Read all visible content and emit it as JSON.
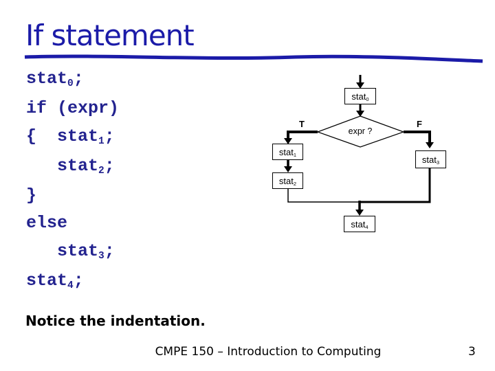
{
  "title": "If statement",
  "code": {
    "lines": [
      "stat_0_;",
      "if (expr)",
      "{  stat_1_;",
      "   stat_2_;",
      "}",
      "else",
      "   stat_3_;",
      "stat_4_;"
    ]
  },
  "flowchart": {
    "nodes": {
      "stat0": "stat_0_",
      "stat1": "stat_1_",
      "stat2": "stat_2_",
      "stat3": "stat_3_",
      "stat4": "stat_4_",
      "decision": "expr ?"
    },
    "branch_true": "T",
    "branch_false": "F"
  },
  "note": "Notice the indentation.",
  "footer": {
    "course": "CMPE 150 – Introduction to Computing",
    "page": "3"
  },
  "colors": {
    "heading": "#1b1ba8",
    "code_text": "#23238f",
    "flow": "#000000",
    "note_text": "#000000",
    "footer_text": "#000000",
    "background": "#ffffff"
  }
}
